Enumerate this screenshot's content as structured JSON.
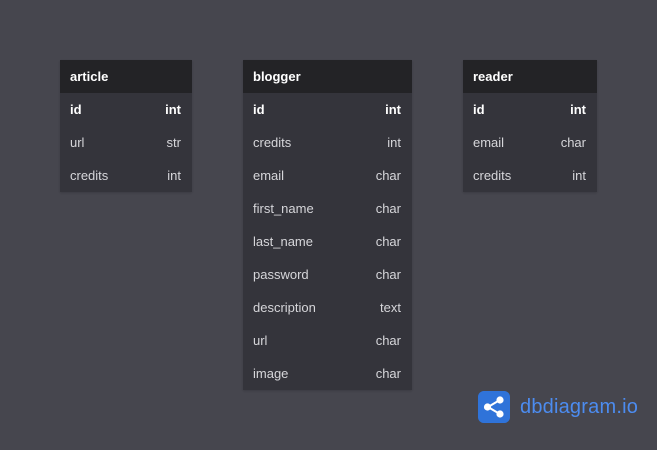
{
  "tables": [
    {
      "name": "article",
      "fields": [
        {
          "name": "id",
          "type": "int",
          "pk": true
        },
        {
          "name": "url",
          "type": "str"
        },
        {
          "name": "credits",
          "type": "int"
        }
      ]
    },
    {
      "name": "blogger",
      "fields": [
        {
          "name": "id",
          "type": "int",
          "pk": true
        },
        {
          "name": "credits",
          "type": "int"
        },
        {
          "name": "email",
          "type": "char"
        },
        {
          "name": "first_name",
          "type": "char"
        },
        {
          "name": "last_name",
          "type": "char"
        },
        {
          "name": "password",
          "type": "char"
        },
        {
          "name": "description",
          "type": "text"
        },
        {
          "name": "url",
          "type": "char"
        },
        {
          "name": "image",
          "type": "char"
        }
      ]
    },
    {
      "name": "reader",
      "fields": [
        {
          "name": "id",
          "type": "int",
          "pk": true
        },
        {
          "name": "email",
          "type": "char"
        },
        {
          "name": "credits",
          "type": "int"
        }
      ]
    }
  ],
  "brand": {
    "name": "dbdiagram",
    "suffix": ".io",
    "icon": "share-nodes-icon",
    "color": "#4c8cf0"
  },
  "colors": {
    "background": "#46464e",
    "header": "#232326",
    "body": "#34343b"
  }
}
